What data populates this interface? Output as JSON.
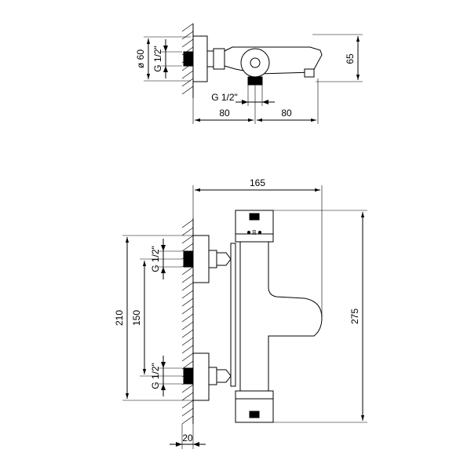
{
  "top_view": {
    "dim_diameter": "ø 60",
    "dim_inlet_thread": "G 1/2\"",
    "dim_outlet_thread": "G 1/2\"",
    "dim_left_width": "80",
    "dim_right_width": "80",
    "dim_height": "65"
  },
  "front_view": {
    "dim_total_width": "165",
    "dim_total_height": "275",
    "dim_outer_span": "210",
    "dim_inner_span": "150",
    "dim_upper_thread": "G 1/2\"",
    "dim_lower_thread": "G 1/2\"",
    "dim_wall_offset": "20",
    "knob_marking": "38"
  }
}
